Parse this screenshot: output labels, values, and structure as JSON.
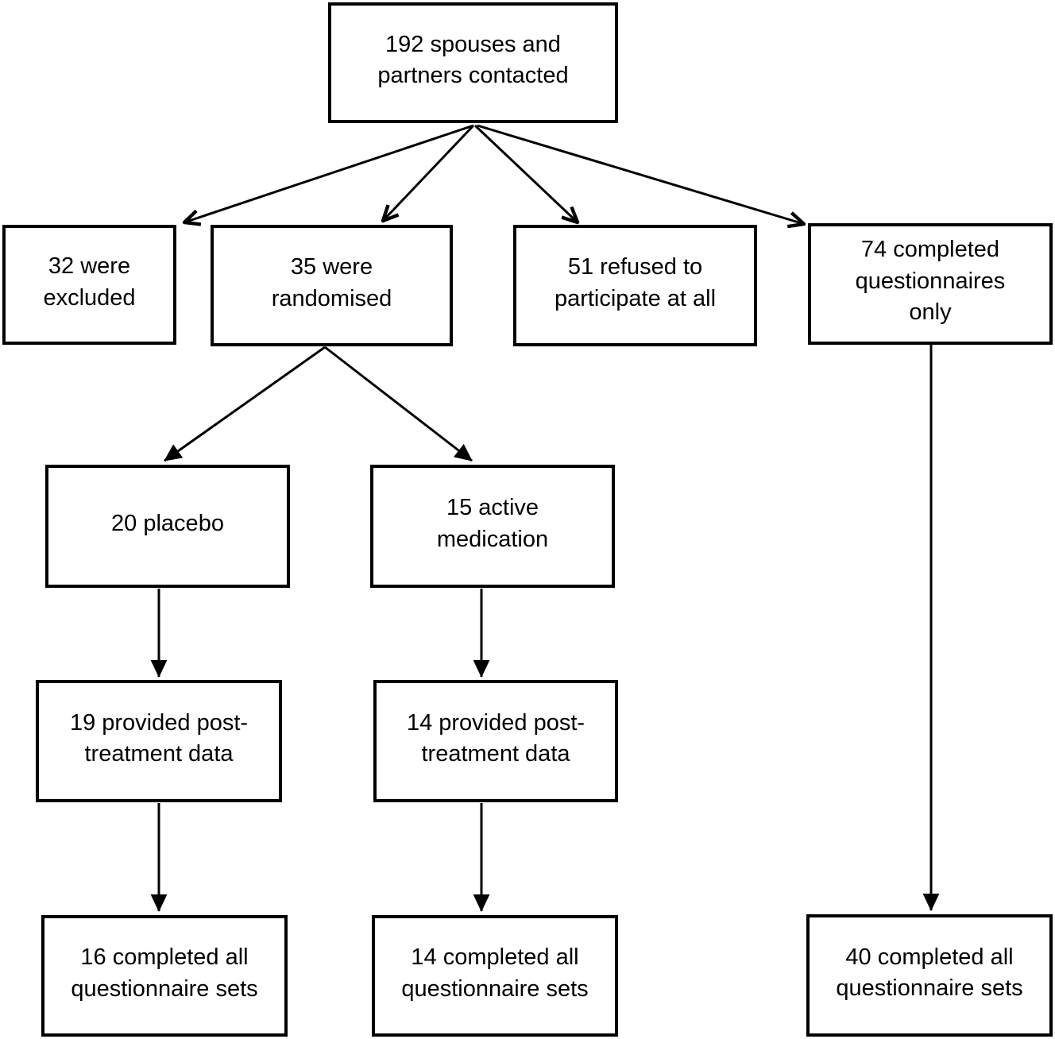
{
  "figure": {
    "type": "flowchart",
    "background_color": "#ffffff",
    "line_color": "#000000",
    "nodes": {
      "contacted": {
        "label": "192 spouses and\npartners contacted"
      },
      "excluded": {
        "label": "32 were\nexcluded"
      },
      "randomised": {
        "label": "35 were\nrandomised"
      },
      "refused": {
        "label": "51 refused to\nparticipate at all"
      },
      "questionnaires_only": {
        "label": "74 completed\nquestionnaires\nonly"
      },
      "placebo": {
        "label": "20 placebo"
      },
      "active_medication": {
        "label": "15 active\nmedication"
      },
      "placebo_post": {
        "label": "19 provided post-\ntreatment data"
      },
      "active_post": {
        "label": "14 provided post-\ntreatment data"
      },
      "placebo_completed": {
        "label": "16 completed all\nquestionnaire sets"
      },
      "active_completed": {
        "label": "14 completed all\nquestionnaire sets"
      },
      "questionnaires_completed": {
        "label": "40 completed all\nquestionnaire sets"
      }
    },
    "edges": [
      {
        "from": "contacted",
        "to": "excluded"
      },
      {
        "from": "contacted",
        "to": "randomised"
      },
      {
        "from": "contacted",
        "to": "refused"
      },
      {
        "from": "contacted",
        "to": "questionnaires_only"
      },
      {
        "from": "randomised",
        "to": "placebo"
      },
      {
        "from": "randomised",
        "to": "active_medication"
      },
      {
        "from": "placebo",
        "to": "placebo_post"
      },
      {
        "from": "active_medication",
        "to": "active_post"
      },
      {
        "from": "placebo_post",
        "to": "placebo_completed"
      },
      {
        "from": "active_post",
        "to": "active_completed"
      },
      {
        "from": "questionnaires_only",
        "to": "questionnaires_completed"
      }
    ]
  }
}
